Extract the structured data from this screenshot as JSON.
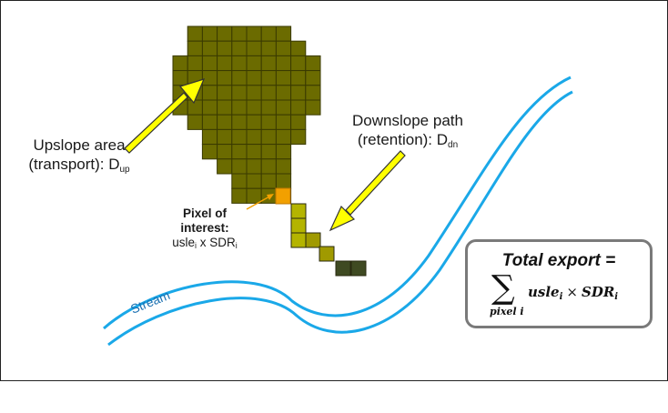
{
  "upslope": {
    "line1": "Upslope area",
    "line2": "(transport): D",
    "sub": "up"
  },
  "downslope": {
    "line1": "Downslope path",
    "line2": "(retention): D",
    "sub": "dn"
  },
  "pixel_of_interest": {
    "line1": "Pixel of",
    "line2": "interest:",
    "term1": "usle",
    "term1_sub": "i",
    "times": "x",
    "term2": "SDR",
    "term2_sub": "i"
  },
  "stream": {
    "label": "Stream"
  },
  "total_export": {
    "title": "Total export =",
    "sum_symbol": "∑",
    "sum_subscript": "pixel i",
    "term1": "usle",
    "term1_sub": "i",
    "times": "×",
    "term2": "SDR",
    "term2_sub": "i"
  },
  "colors": {
    "upslope_fill": "#6b6b00",
    "upslope_grid": "#3a3a00",
    "pixel_interest": "#f2a000",
    "path_light": "#b4b400",
    "path_mid": "#a09a00",
    "path_dark": "#3f4a22",
    "arrow_fill": "#ffff00",
    "stream": "#1aa8e8",
    "box_border": "#7a7a7a"
  }
}
